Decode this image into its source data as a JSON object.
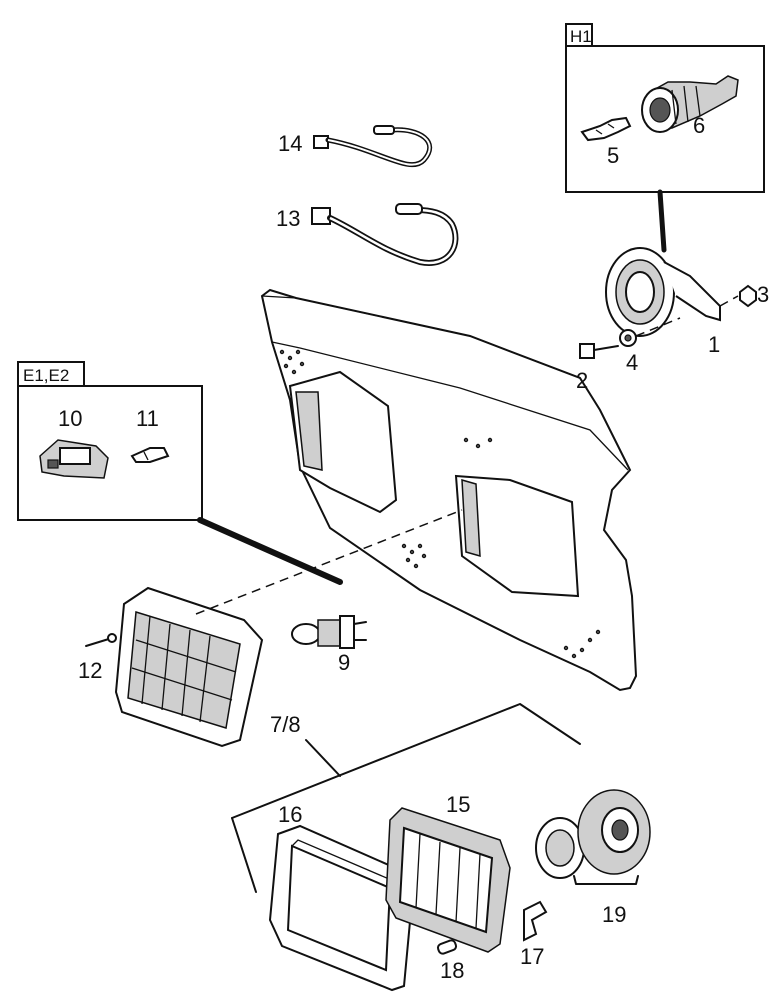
{
  "boxes": {
    "h1_label": "H1",
    "e1e2_label": "E1,E2"
  },
  "callouts": {
    "c1": "1",
    "c2": "2",
    "c3": "3",
    "c4": "4",
    "c5": "5",
    "c6": "6",
    "c7_8": "7/8",
    "c9": "9",
    "c10": "10",
    "c11": "11",
    "c12": "12",
    "c13": "13",
    "c14": "14",
    "c15": "15",
    "c16": "16",
    "c17": "17",
    "c18": "18",
    "c19": "19"
  }
}
